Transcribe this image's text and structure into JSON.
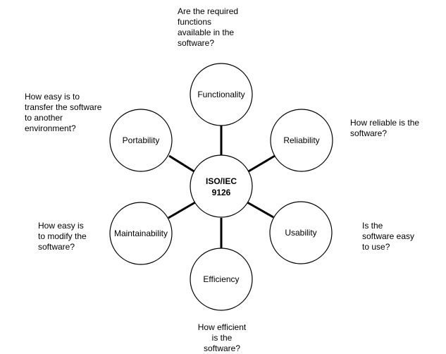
{
  "center": {
    "line1": "ISO/IEC",
    "line2": "9126"
  },
  "nodes": {
    "functionality": "Functionality",
    "reliability": "Reliability",
    "usability": "Usability",
    "efficiency": "Efficiency",
    "maintainability": "Maintainability",
    "portability": "Portability"
  },
  "questions": {
    "functionality": "Are the required\nfunctions\navailable in the\nsoftware?",
    "reliability": "How reliable is the\nsoftware?",
    "usability": "Is the\nsoftware easy\nto use?",
    "efficiency": "How efficient\nis the\nsoftware?",
    "maintainability": "How easy is\nto modify the\nsoftware?",
    "portability": "How easy is to\ntransfer the software\nto another\nenvironment?"
  }
}
